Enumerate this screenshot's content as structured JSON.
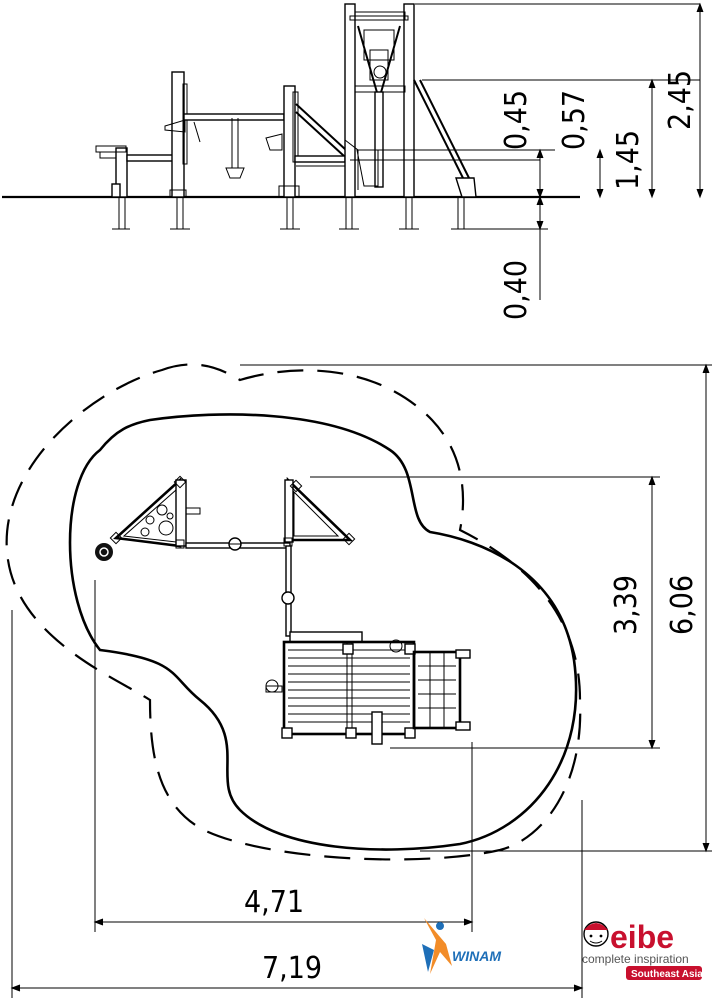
{
  "side_view": {
    "dimensions": {
      "h1": "0,45",
      "h2": "0,57",
      "h3": "1,45",
      "h4": "2,45",
      "depth": "0,40"
    }
  },
  "plan_view": {
    "dimensions": {
      "inner_depth": "3,39",
      "outer_depth": "6,06",
      "inner_width": "4,71",
      "outer_width": "7,19"
    }
  },
  "logos": {
    "winam": {
      "text": "WINAM",
      "color": "#1e6fb8",
      "accent": "#f28c28"
    },
    "eibe": {
      "brand": "eibe",
      "tagline": "complete inspiration",
      "region": "Southeast Asia",
      "color": "#c8102e"
    }
  }
}
